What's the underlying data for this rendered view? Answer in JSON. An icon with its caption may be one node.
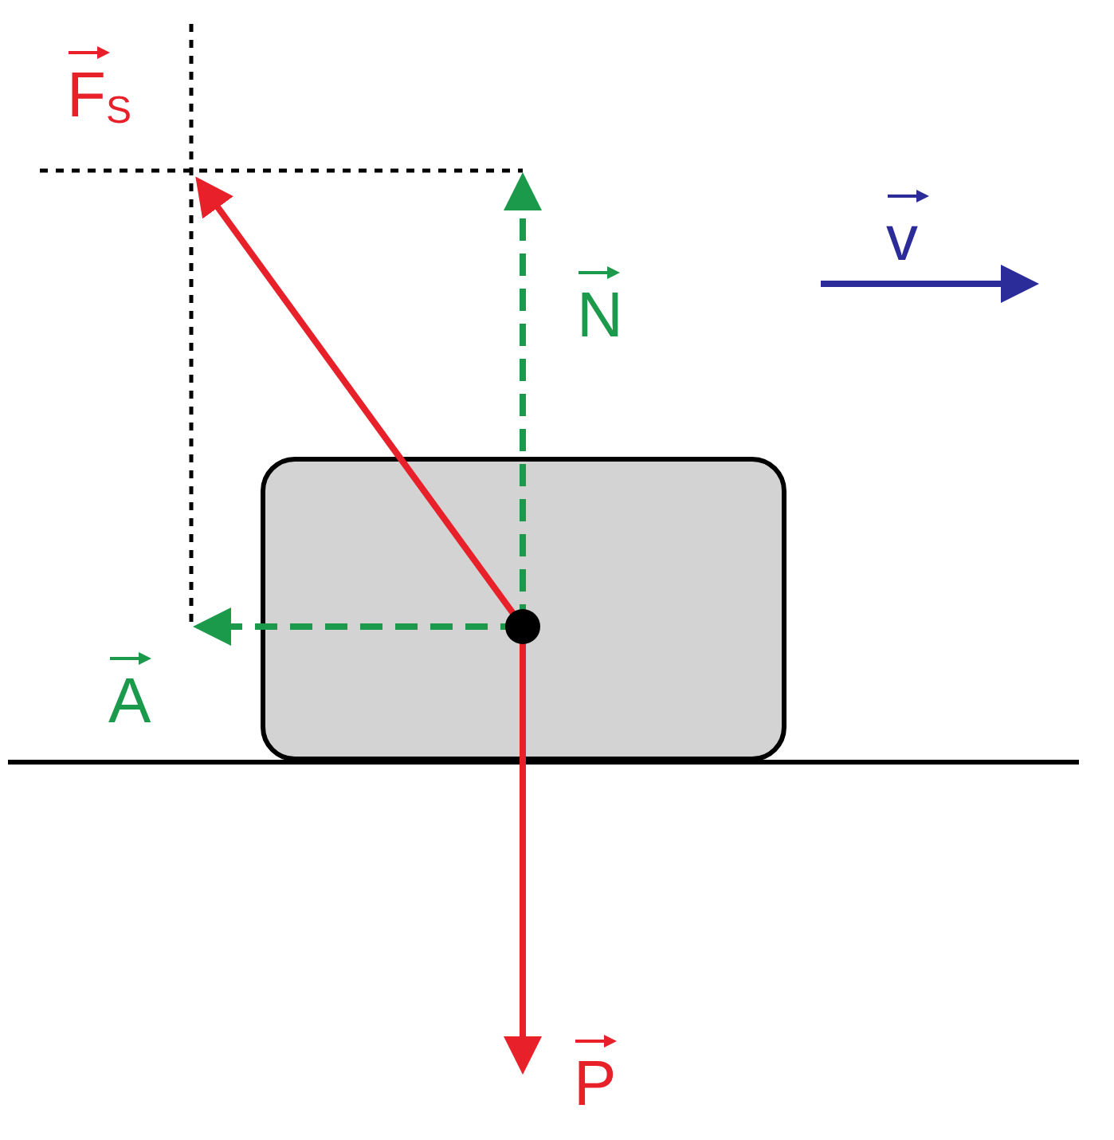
{
  "diagram": {
    "labels": [
      "F$_{S}$",
      "N",
      "v",
      "A",
      "P"
    ]
  }
}
